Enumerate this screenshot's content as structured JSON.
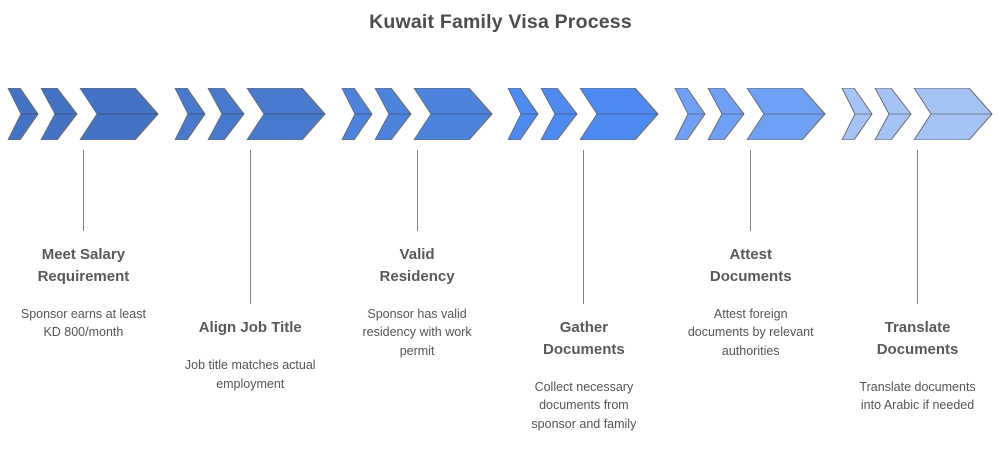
{
  "title": "Kuwait Family Visa Process",
  "diagram": {
    "type": "process-flow",
    "orientation": "horizontal",
    "step_count": 6,
    "colors": {
      "outline": "#6b6b6b",
      "connector_line": "#7f7f7f",
      "title_text": "#4d4d4d",
      "heading_text": "#595959",
      "body_text": "#555555",
      "background": "#ffffff"
    }
  },
  "steps": [
    {
      "name": "Meet Salary Requirement",
      "description": "Sponsor earns at least KD 800/month",
      "color": "#4472C4",
      "label_position": "high"
    },
    {
      "name": "Align Job Title",
      "description": "Job title matches actual employment",
      "color": "#4879CD",
      "label_position": "low"
    },
    {
      "name": "Valid Residency",
      "description": "Sponsor has valid residency with work permit",
      "color": "#4C83DC",
      "label_position": "high"
    },
    {
      "name": "Gather Documents",
      "description": "Collect necessary documents from sponsor and family",
      "color": "#4D8BF0",
      "label_position": "low"
    },
    {
      "name": "Attest Documents",
      "description": "Attest foreign documents by relevant authorities",
      "color": "#6FA0F4",
      "label_position": "high"
    },
    {
      "name": "Translate Documents",
      "description": "Translate documents into Arabic if needed",
      "color": "#A6C4F3",
      "label_position": "low"
    }
  ]
}
